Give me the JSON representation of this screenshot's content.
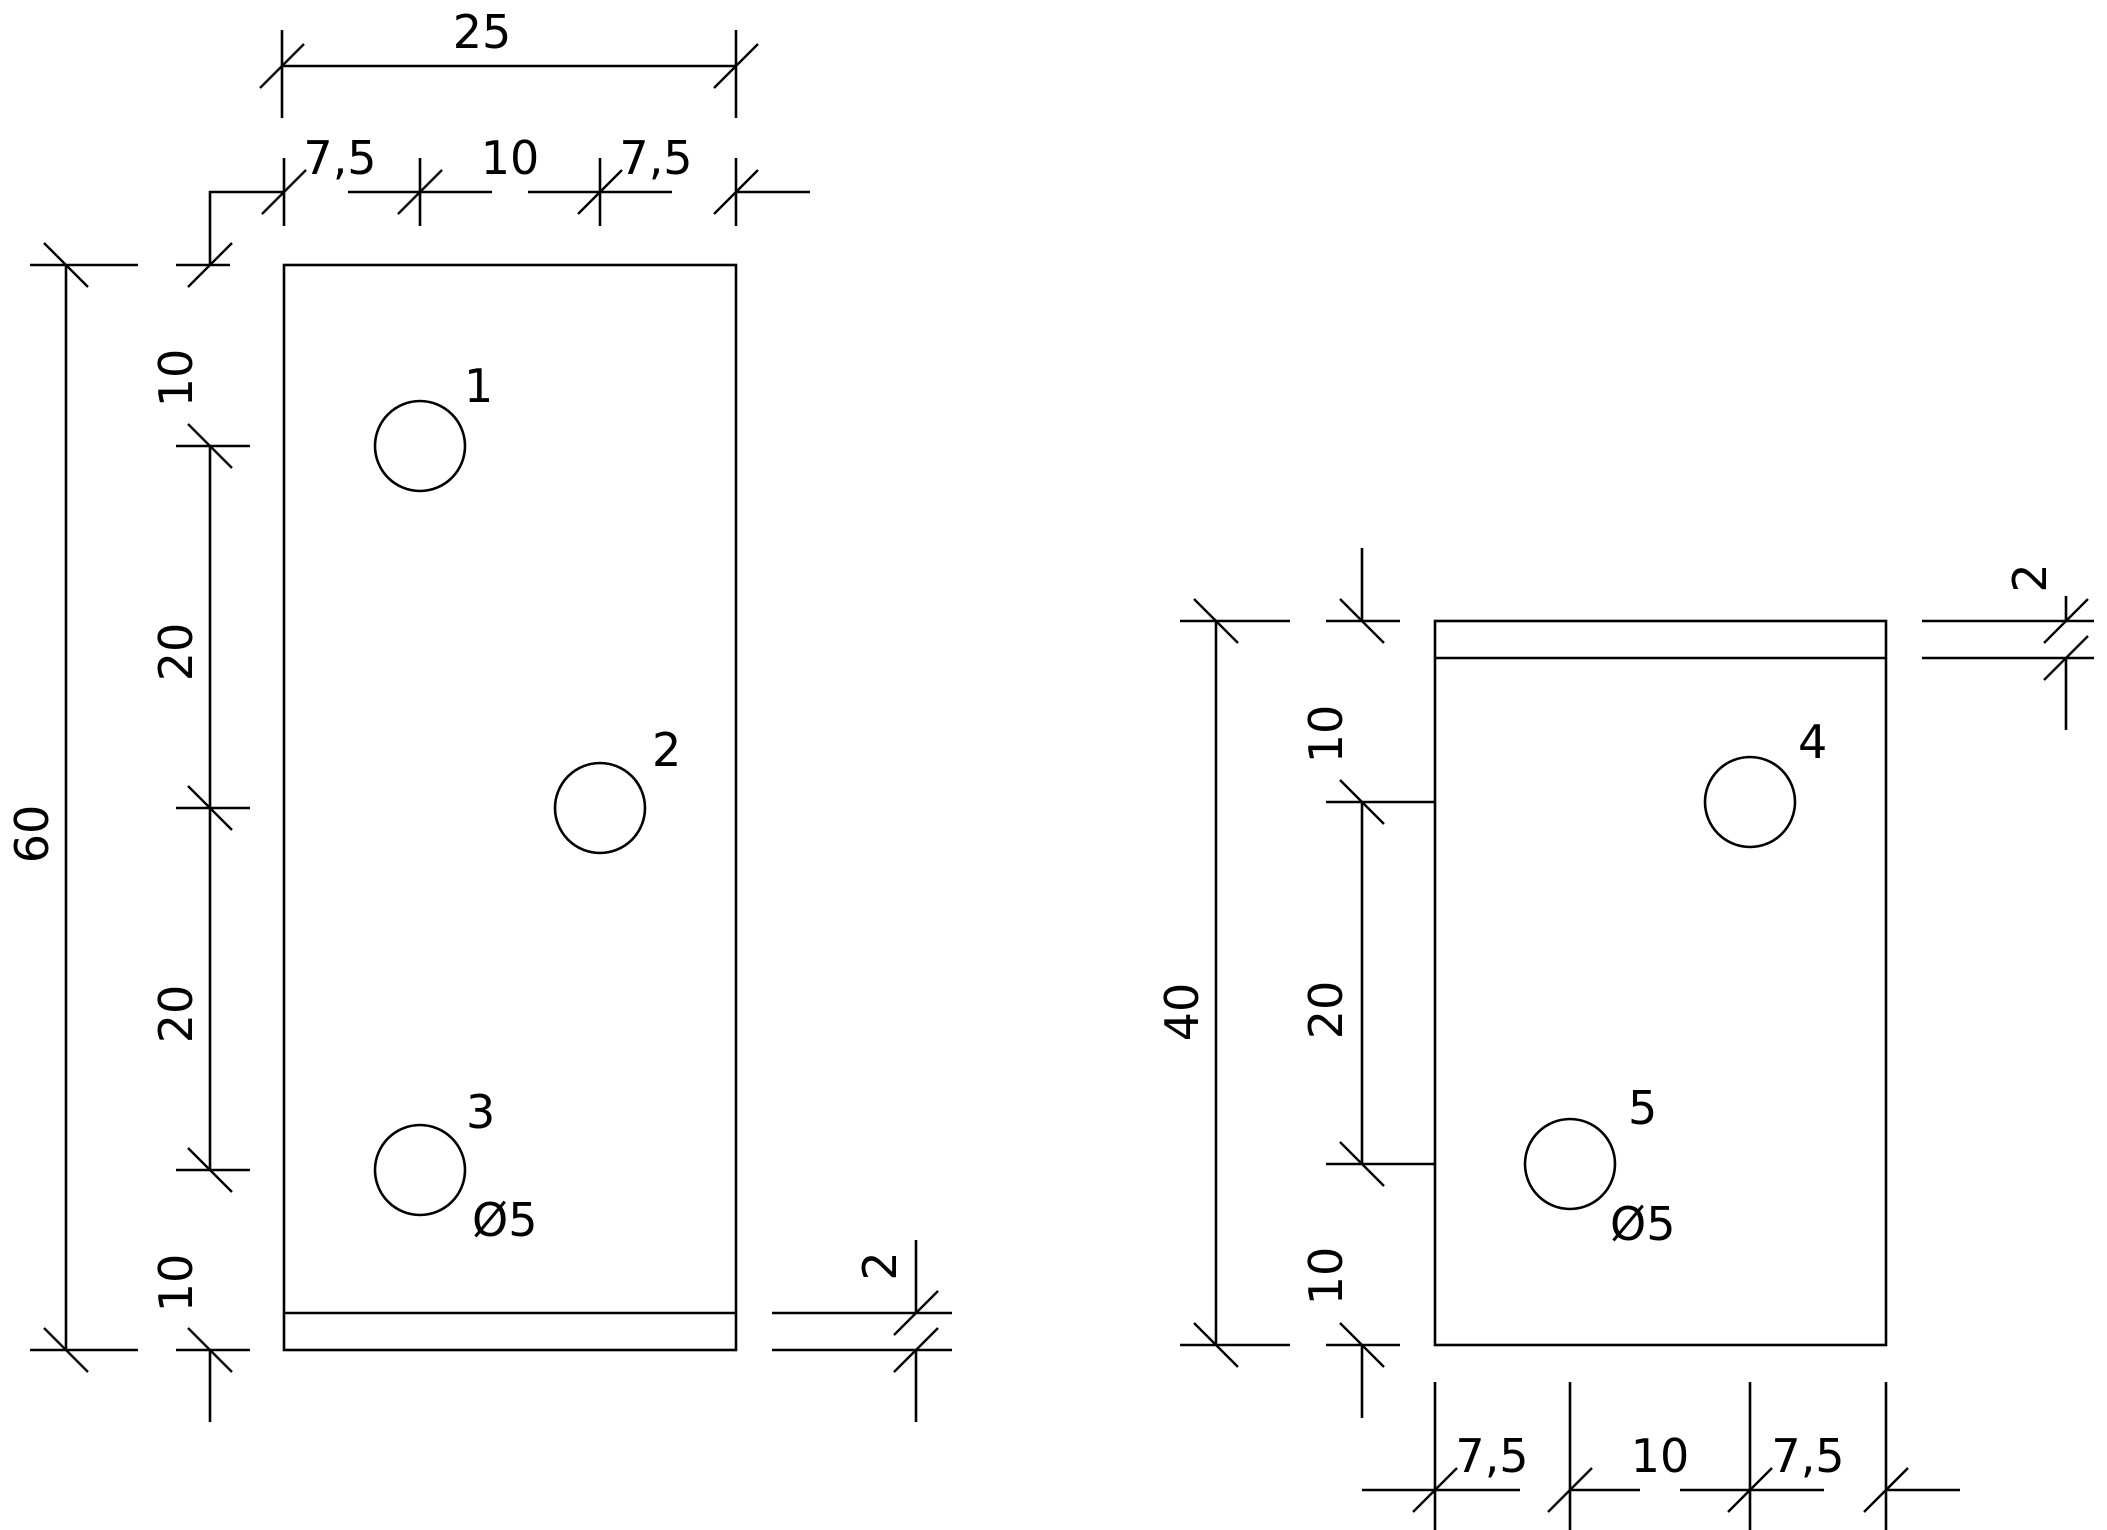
{
  "colors": {
    "line": "#000000",
    "background": "#ffffff"
  },
  "plate_left": {
    "dims": {
      "total_width": "25",
      "edge_left": "7,5",
      "gap": "10",
      "edge_right": "7,5",
      "total_height": "60",
      "top_edge": "10",
      "pitch_1": "20",
      "pitch_2": "20",
      "bottom_edge": "10",
      "thickness": "2"
    },
    "holes": [
      {
        "label": "1"
      },
      {
        "label": "2"
      },
      {
        "label": "3"
      }
    ],
    "diameter": "Ø5"
  },
  "plate_right": {
    "dims": {
      "total_height": "40",
      "top_edge": "10",
      "pitch": "20",
      "bottom_edge": "10",
      "thickness": "2",
      "edge_left": "7,5",
      "gap": "10",
      "edge_right": "7,5"
    },
    "holes": [
      {
        "label": "4"
      },
      {
        "label": "5"
      }
    ],
    "diameter": "Ø5"
  }
}
